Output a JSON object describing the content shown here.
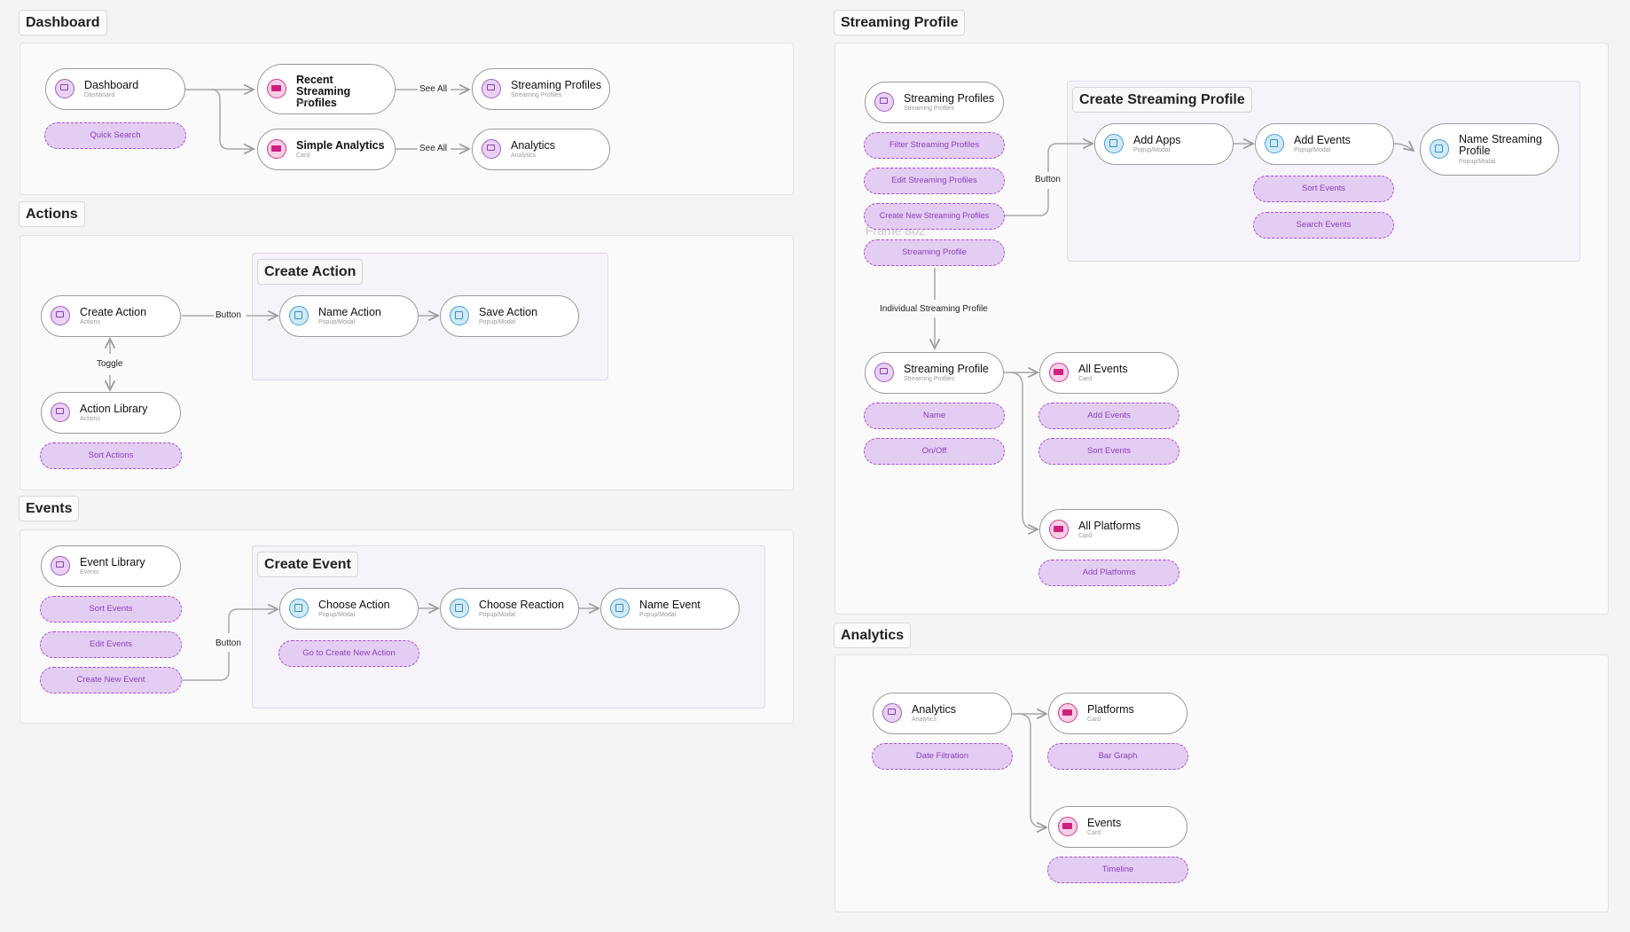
{
  "sections": {
    "dashboard": "Dashboard",
    "actions": "Actions",
    "events": "Events",
    "streaming_profile": "Streaming Profile",
    "analytics": "Analytics"
  },
  "groups": {
    "create_action": "Create Action",
    "create_event": "Create Event",
    "create_streaming_profile": "Create Streaming Profile"
  },
  "nodes": {
    "dash_dashboard": {
      "title": "Dashboard",
      "sub": "Dashboard",
      "icon": "screen-icon"
    },
    "dash_recent": {
      "title": "Recent Streaming Profiles",
      "sub": "Card",
      "icon": "card-icon"
    },
    "dash_simple": {
      "title": "Simple Analytics",
      "sub": "Card",
      "icon": "card-icon"
    },
    "dash_streaming_profiles": {
      "title": "Streaming Profiles",
      "sub": "Streaming Profiles",
      "icon": "screen-icon"
    },
    "dash_analytics": {
      "title": "Analytics",
      "sub": "Analytics",
      "icon": "screen-icon"
    },
    "act_create": {
      "title": "Create Action",
      "sub": "Actions",
      "icon": "screen-icon"
    },
    "act_name": {
      "title": "Name Action",
      "sub": "Popup/Modal",
      "icon": "modal-icon"
    },
    "act_save": {
      "title": "Save Action",
      "sub": "Popup/Modal",
      "icon": "modal-icon"
    },
    "act_library": {
      "title": "Action Library",
      "sub": "Actions",
      "icon": "screen-icon"
    },
    "ev_library": {
      "title": "Event Library",
      "sub": "Events",
      "icon": "screen-icon"
    },
    "ev_choose_action": {
      "title": "Choose Action",
      "sub": "Popup/Modal",
      "icon": "modal-icon"
    },
    "ev_choose_reaction": {
      "title": "Choose Reaction",
      "sub": "Popup/Modal",
      "icon": "modal-icon"
    },
    "ev_name": {
      "title": "Name Event",
      "sub": "Popup/Modal",
      "icon": "modal-icon"
    },
    "sp_profiles": {
      "title": "Streaming Profiles",
      "sub": "Streaming Profiles",
      "icon": "screen-icon"
    },
    "sp_add_apps": {
      "title": "Add Apps",
      "sub": "Popup/Modal",
      "icon": "modal-icon"
    },
    "sp_add_events": {
      "title": "Add Events",
      "sub": "Popup/Modal",
      "icon": "modal-icon"
    },
    "sp_name": {
      "title": "Name Streaming Profile",
      "sub": "Popup/Modal",
      "icon": "modal-icon"
    },
    "sp_profile": {
      "title": "Streaming Profile",
      "sub": "Streaming Profiles",
      "icon": "screen-icon"
    },
    "sp_all_events": {
      "title": "All Events",
      "sub": "Card",
      "icon": "card-icon"
    },
    "sp_all_platforms": {
      "title": "All Platforms",
      "sub": "Card",
      "icon": "card-icon"
    },
    "an_analytics": {
      "title": "Analytics",
      "sub": "Analytics",
      "icon": "screen-icon"
    },
    "an_platforms": {
      "title": "Platforms",
      "sub": "Card",
      "icon": "card-icon"
    },
    "an_events": {
      "title": "Events",
      "sub": "Card",
      "icon": "card-icon"
    }
  },
  "pills": {
    "quick_search": "Quick Search",
    "sort_actions": "Sort Actions",
    "sort_events": "Sort Events",
    "edit_events": "Edit Events",
    "create_new_event": "Create New Event",
    "go_to_create_new_action": "Go to Create New Action",
    "filter_streaming_profiles": "Filter Streaming Profiles",
    "edit_streaming_profiles": "Edit Streaming Profiles",
    "create_new_streaming_profiles": "Create New Streaming Profiles",
    "streaming_profile": "Streaming Profile",
    "sp_sort_events": "Sort Events",
    "sp_search_events": "Search Events",
    "name": "Name",
    "on_off": "On/Off",
    "add_events": "Add Events",
    "sp_sort_events_2": "Sort Events",
    "add_platforms": "Add Platforms",
    "date_filtration": "Date Filtration",
    "bar_graph": "Bar Graph",
    "timeline": "Timeline"
  },
  "edge_labels": {
    "see_all_1": "See All",
    "see_all_2": "See All",
    "button_action": "Button",
    "toggle": "Toggle",
    "button_event": "Button",
    "button_sp": "Button",
    "individual_sp": "Individual Streaming Profile"
  },
  "faint_text": "Frame 802",
  "colors": {
    "pill_fill": "#e4cdf2",
    "pill_border": "#a74fd0",
    "screen_icon": "#a05cc0",
    "card_icon": "#d6338f",
    "modal_icon": "#4a9ed0"
  }
}
